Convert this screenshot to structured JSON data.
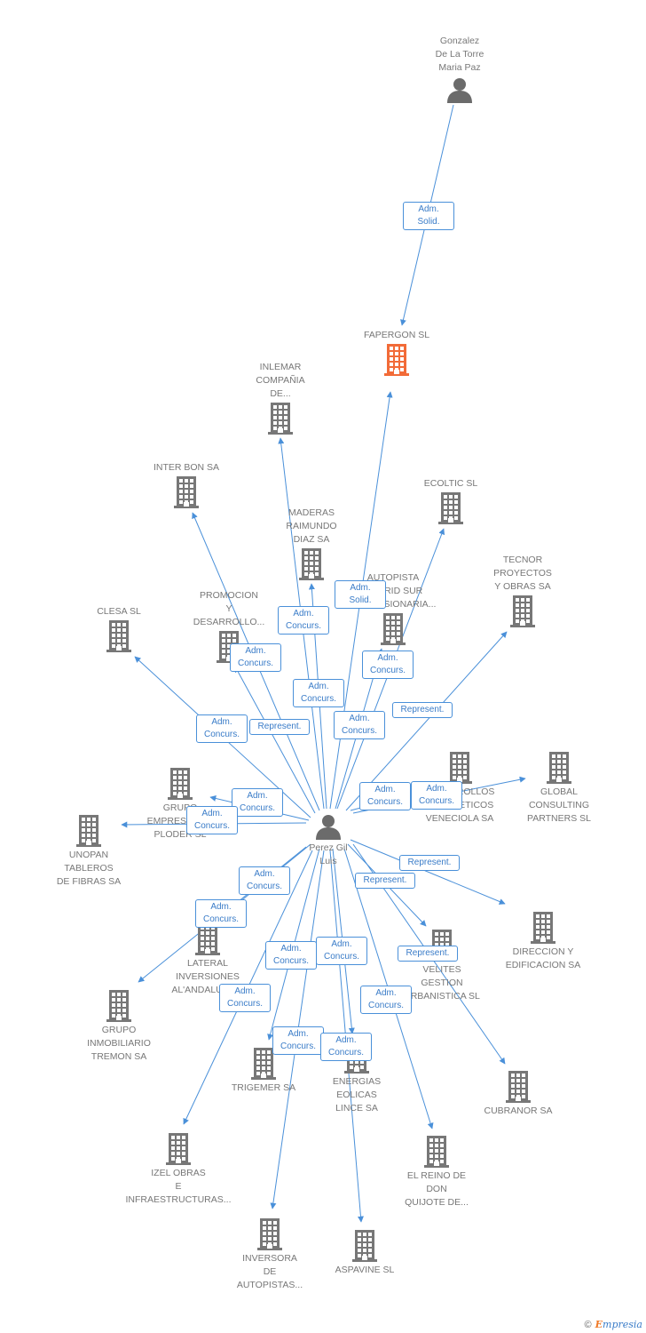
{
  "colors": {
    "edge": "#4a90d9",
    "node_building": "#777777",
    "node_focus": "#f26b38",
    "person": "#6b6b6b"
  },
  "nodes": [
    {
      "id": "gonzalez",
      "type": "person",
      "label": "Gonzalez\nDe La Torre\nMaria Paz"
    },
    {
      "id": "fapergon",
      "type": "company_focus",
      "label": "FAPERGON SL"
    },
    {
      "id": "perez",
      "type": "person",
      "label": "Perez Gil\nLuis"
    },
    {
      "id": "inlemar",
      "type": "company",
      "label": "INLEMAR\nCOMPAÑIA\nDE..."
    },
    {
      "id": "interbon",
      "type": "company",
      "label": "INTER BON SA"
    },
    {
      "id": "ecoltic",
      "type": "company",
      "label": "ECOLTIC SL"
    },
    {
      "id": "maderas",
      "type": "company",
      "label": "MADERAS\nRAIMUNDO\nDIAZ SA"
    },
    {
      "id": "autopista",
      "type": "company",
      "label": "AUTOPISTA\nMADRID SUR\nCONCESIONARIA..."
    },
    {
      "id": "tecnor",
      "type": "company",
      "label": "TECNOR\nPROYECTOS\nY OBRAS SA"
    },
    {
      "id": "promocion",
      "type": "company",
      "label": "PROMOCION\nY\nDESARROLLO..."
    },
    {
      "id": "clesa",
      "type": "company",
      "label": "CLESA SL"
    },
    {
      "id": "desarrollos",
      "type": "company",
      "label": "DESARROLLOS\nENERGETICOS\nVENECIOLA SA"
    },
    {
      "id": "global",
      "type": "company",
      "label": "GLOBAL\nCONSULTING\nPARTNERS SL"
    },
    {
      "id": "grupoplo",
      "type": "company",
      "label": "GRUPO\nEMPRESARIAL\nPLODER SL"
    },
    {
      "id": "unopan",
      "type": "company",
      "label": "UNOPAN\nTABLEROS\nDE FIBRAS SA"
    },
    {
      "id": "lateral",
      "type": "company",
      "label": "LATERAL\nINVERSIONES\nAL'ANDALUS SA"
    },
    {
      "id": "direccion",
      "type": "company",
      "label": "DIRECCION Y\nEDIFICACION SA"
    },
    {
      "id": "velites",
      "type": "company",
      "label": "VELITES\nGESTION\nURBANISTICA SL"
    },
    {
      "id": "grupotremon",
      "type": "company",
      "label": "GRUPO\nINMOBILIARIO\nTREMON SA"
    },
    {
      "id": "trigemer",
      "type": "company",
      "label": "TRIGEMER SA"
    },
    {
      "id": "energias",
      "type": "company",
      "label": "ENERGIAS\nEOLICAS\nLINCE SA"
    },
    {
      "id": "cubranor",
      "type": "company",
      "label": "CUBRANOR SA"
    },
    {
      "id": "izel",
      "type": "company",
      "label": "IZEL OBRAS\nE\nINFRAESTRUCTURAS..."
    },
    {
      "id": "reino",
      "type": "company",
      "label": "EL REINO DE\nDON\nQUIJOTE DE..."
    },
    {
      "id": "inversora",
      "type": "company",
      "label": "INVERSORA\nDE\nAUTOPISTAS..."
    },
    {
      "id": "aspavine",
      "type": "company",
      "label": "ASPAVINE SL"
    }
  ],
  "edges": [
    {
      "from": "gonzalez",
      "to": "fapergon",
      "label": "Adm.\nSolid."
    },
    {
      "from": "perez",
      "to": "fapergon",
      "label": "Adm.\nSolid."
    },
    {
      "from": "perez",
      "to": "inlemar",
      "label": "Adm.\nConcurs."
    },
    {
      "from": "perez",
      "to": "interbon",
      "label": "Adm.\nConcurs."
    },
    {
      "from": "perez",
      "to": "ecoltic",
      "label": "Adm.\nConcurs."
    },
    {
      "from": "perez",
      "to": "maderas",
      "label": "Adm.\nConcurs."
    },
    {
      "from": "perez",
      "to": "autopista",
      "label": "Adm.\nConcurs."
    },
    {
      "from": "perez",
      "to": "tecnor",
      "label": "Represent."
    },
    {
      "from": "perez",
      "to": "promocion",
      "label": "Represent."
    },
    {
      "from": "perez",
      "to": "clesa",
      "label": "Adm.\nConcurs."
    },
    {
      "from": "perez",
      "to": "desarrollos",
      "label": "Adm.\nConcurs."
    },
    {
      "from": "perez",
      "to": "global",
      "label": "Adm.\nConcurs."
    },
    {
      "from": "perez",
      "to": "grupoplo",
      "label": "Adm.\nConcurs."
    },
    {
      "from": "perez",
      "to": "unopan",
      "label": "Adm.\nConcurs."
    },
    {
      "from": "perez",
      "to": "lateral",
      "label": "Adm.\nConcurs."
    },
    {
      "from": "perez",
      "to": "direccion",
      "label": "Represent."
    },
    {
      "from": "perez",
      "to": "velites",
      "label": "Represent."
    },
    {
      "from": "perez",
      "to": "grupotremon",
      "label": "Adm.\nConcurs."
    },
    {
      "from": "perez",
      "to": "trigemer",
      "label": "Adm.\nConcurs."
    },
    {
      "from": "perez",
      "to": "energias",
      "label": "Adm.\nConcurs."
    },
    {
      "from": "perez",
      "to": "cubranor",
      "label": "Represent."
    },
    {
      "from": "perez",
      "to": "izel",
      "label": "Adm.\nConcurs."
    },
    {
      "from": "perez",
      "to": "reino",
      "label": "Adm.\nConcurs."
    },
    {
      "from": "perez",
      "to": "inversora",
      "label": "Adm.\nConcurs."
    },
    {
      "from": "perez",
      "to": "aspavine",
      "label": "Adm.\nConcurs."
    }
  ],
  "footer": {
    "copyright": "©",
    "brand_initial": "E",
    "brand_rest": "mpresia"
  }
}
